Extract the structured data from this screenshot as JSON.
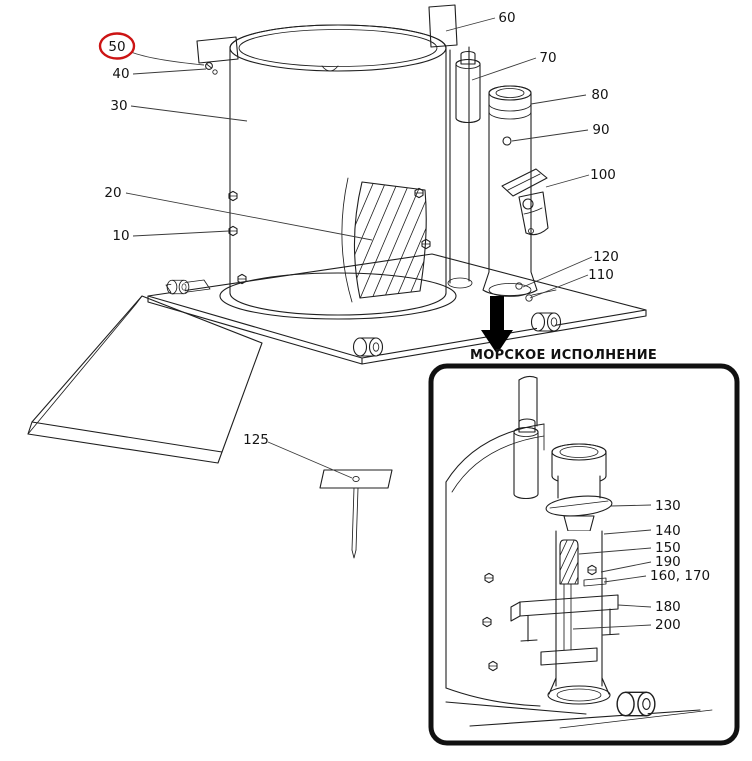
{
  "diagram": {
    "colors": {
      "ink": "#1f1f1f",
      "highlight": "#cc1414",
      "background": "#ffffff"
    },
    "callouts": [
      {
        "label": "60"
      },
      {
        "label": "50",
        "highlighted": true
      },
      {
        "label": "40"
      },
      {
        "label": "30"
      },
      {
        "label": "70"
      },
      {
        "label": "80"
      },
      {
        "label": "90"
      },
      {
        "label": "100"
      },
      {
        "label": "20"
      },
      {
        "label": "10"
      },
      {
        "label": "120"
      },
      {
        "label": "110"
      },
      {
        "label": "125"
      }
    ],
    "inset": {
      "title": "МОРСКОЕ ИСПОЛНЕНИЕ",
      "callouts": [
        {
          "label": "130"
        },
        {
          "label": "140"
        },
        {
          "label": "150"
        },
        {
          "label": "190"
        },
        {
          "label": "160, 170"
        },
        {
          "label": "180"
        },
        {
          "label": "200"
        }
      ]
    }
  }
}
